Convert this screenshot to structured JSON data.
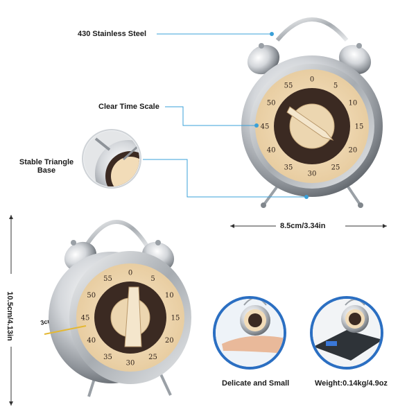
{
  "callouts": {
    "material": "430 Stainless Steel",
    "scale": "Clear Time Scale",
    "base": "Stable Triangle Base"
  },
  "dimensions": {
    "width": "8.5cm/3.34in",
    "height": "10.5cm/4.13in",
    "depth": "3cm/1.18in"
  },
  "features": {
    "small": "Delicate and Small",
    "weight": "Weight:0.14kg/4.9oz"
  },
  "dial_numbers": [
    "0",
    "5",
    "10",
    "15",
    "20",
    "25",
    "30",
    "35",
    "40",
    "45",
    "50",
    "55"
  ],
  "colors": {
    "leader": "#3aa0d8",
    "steel": "#c9ccd0",
    "dial_face": "#f2dcb8",
    "dial_ring": "#3b2a22",
    "badge_ring": "#2b6fc2"
  }
}
